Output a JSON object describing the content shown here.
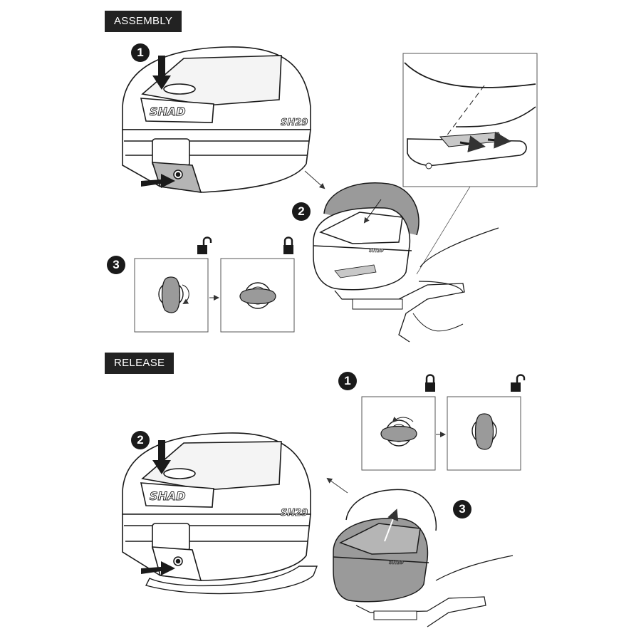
{
  "sections": {
    "assembly": {
      "title": "ASSEMBLY"
    },
    "release": {
      "title": "RELEASE"
    }
  },
  "steps": {
    "assembly_1": "1",
    "assembly_2": "2",
    "assembly_3": "3",
    "release_1": "1",
    "release_2": "2",
    "release_3": "3"
  },
  "case": {
    "brand": "SHAD",
    "model": "SH29"
  },
  "icons": {
    "unlocked": "padlock-open-icon",
    "locked": "padlock-closed-icon"
  },
  "colors": {
    "line": "#1a1a1a",
    "label_bg": "#222222",
    "grey_fill": "#9a9a9a",
    "light_grey": "#c8c8c8"
  }
}
